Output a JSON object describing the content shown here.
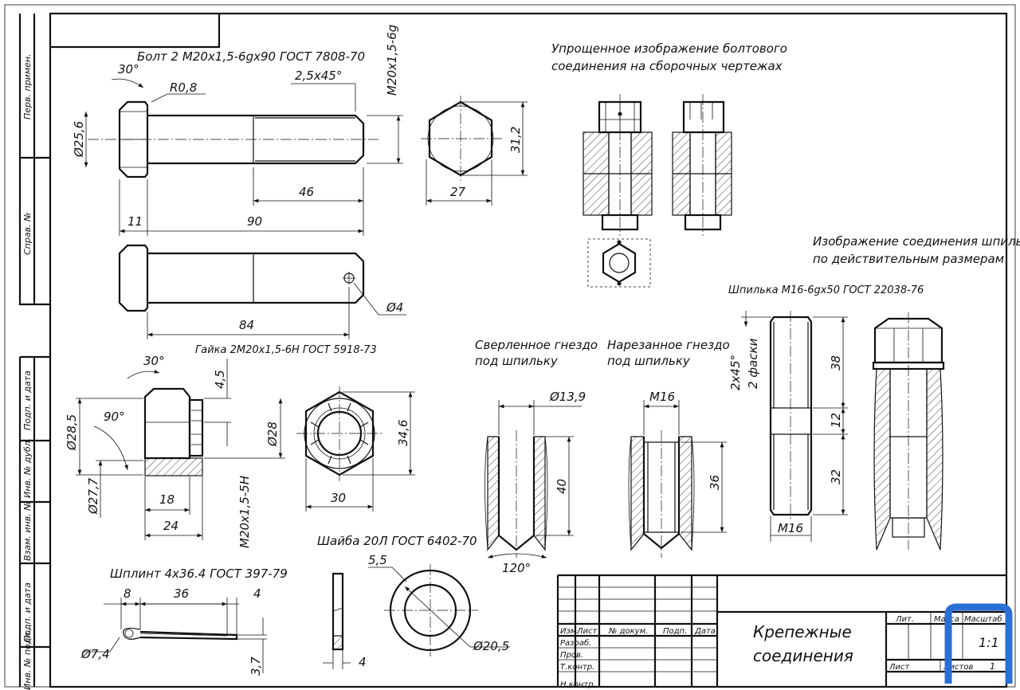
{
  "side_stamps": [
    "Перв. примен.",
    "Справ. №",
    "Подп. и дата",
    "Инв. № дубл.",
    "Взам. инв. №",
    "Подп. и дата",
    "Инв. № подл."
  ],
  "bolt": {
    "title": "Болт 2 М20х1,5-6gх90 ГОСТ 7808-70",
    "angle": "30°",
    "radius": "R0,8",
    "chamfer": "2,5х45°",
    "thread": "М20х1,5-6g",
    "d_head": "Ø25,6",
    "thread_len": "46",
    "head_h": "11",
    "length": "90",
    "hex_width": "27",
    "hex_across": "31,2",
    "hole_len": "84",
    "hole_d": "Ø4"
  },
  "simplified": {
    "title_line1": "Упрощенное изображение болтового",
    "title_line2": "соединения на сборочных чертежах"
  },
  "stud_real": {
    "title_line1": "Изображение соединения шпилькой",
    "title_line2": "по действительным размерам"
  },
  "stud": {
    "title": "Шпилька М16-6gх50 ГОСТ 22038-76",
    "chamfer": "2х45°",
    "chamfer_note": "2 фаски",
    "dim_top": "38",
    "dim_mid": "12",
    "dim_bot": "32",
    "thread": "М16"
  },
  "nut": {
    "title": "Гайка 2М20х1,5-6Н ГОСТ 5918-73",
    "angle_top": "30°",
    "angle_side": "90°",
    "slot_h": "4,5",
    "d_outer": "Ø28,5",
    "d_inner": "Ø27,7",
    "d_thread": "Ø28",
    "dim_18": "18",
    "dim_24": "24",
    "thread": "М20х1,5-5Н",
    "hex_across": "34,6",
    "hex_width": "30"
  },
  "drilled": {
    "title_line1": "Сверленное гнездо",
    "title_line2": "под шпильку",
    "diameter": "Ø13,9",
    "depth": "40",
    "angle": "120°"
  },
  "tapped": {
    "title_line1": "Нарезанное гнездо",
    "title_line2": "под шпильку",
    "thread": "М16",
    "depth": "36"
  },
  "washer": {
    "title": "Шайба 20Л ГОСТ 6402-70",
    "width": "5,5",
    "thickness": "4",
    "inner_d": "Ø20,5"
  },
  "pin": {
    "title": "Шплинт 4х36.4 ГОСТ 397-79",
    "dim_8": "8",
    "dim_36": "36",
    "dim_4": "4",
    "d": "Ø7,4",
    "dim_3_7": "3,7"
  },
  "title_block": {
    "col_izm": "Изм.",
    "col_list": "Лист",
    "col_doc": "№ докум.",
    "col_sign": "Подп.",
    "col_date": "Дата",
    "row_dev": "Разраб.",
    "row_check": "Пров.",
    "row_tcontrol": "Т.контр.",
    "row_ncontrol": "Н.контр.",
    "name_line1": "Крепежные",
    "name_line2": "соединения",
    "lit": "Лит.",
    "mass": "Масса",
    "scale_head": "Масштаб",
    "scale": "1:1",
    "sheet_label": "Лист",
    "sheets_label": "Листов",
    "sheets": "1"
  },
  "colors": {
    "ink": "#111111",
    "paper": "#ffffff",
    "logo": "#2a6fd6"
  }
}
